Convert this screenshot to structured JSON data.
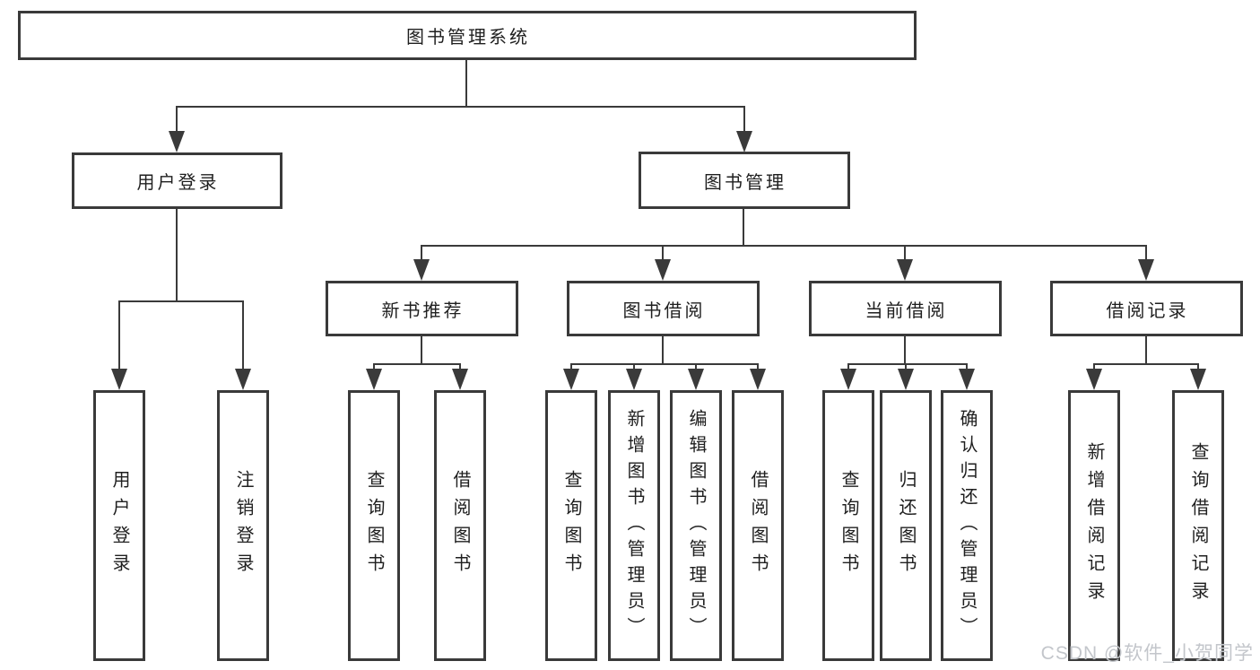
{
  "tree": {
    "label": "图书管理系统",
    "children": [
      {
        "label": "用户登录",
        "children": [
          {
            "label": "用户登录"
          },
          {
            "label": "注销登录"
          }
        ]
      },
      {
        "label": "图书管理",
        "children": [
          {
            "label": "新书推荐",
            "children": [
              {
                "label": "查询图书"
              },
              {
                "label": "借阅图书"
              }
            ]
          },
          {
            "label": "图书借阅",
            "children": [
              {
                "label": "查询图书"
              },
              {
                "label": "新增图书（管理员）"
              },
              {
                "label": "编辑图书（管理员）"
              },
              {
                "label": "借阅图书"
              }
            ]
          },
          {
            "label": "当前借阅",
            "children": [
              {
                "label": "查询图书"
              },
              {
                "label": "归还图书"
              },
              {
                "label": "确认归还（管理员）"
              }
            ]
          },
          {
            "label": "借阅记录",
            "children": [
              {
                "label": "新增借阅记录"
              },
              {
                "label": "查询借阅记录"
              }
            ]
          }
        ]
      }
    ]
  },
  "watermark": {
    "text": "CSDN @软件_小贺同学"
  },
  "colors": {
    "line": "#3a3a3a",
    "text": "#1f1f1f",
    "background": "#ffffff",
    "watermark": "#c3c6cb"
  }
}
